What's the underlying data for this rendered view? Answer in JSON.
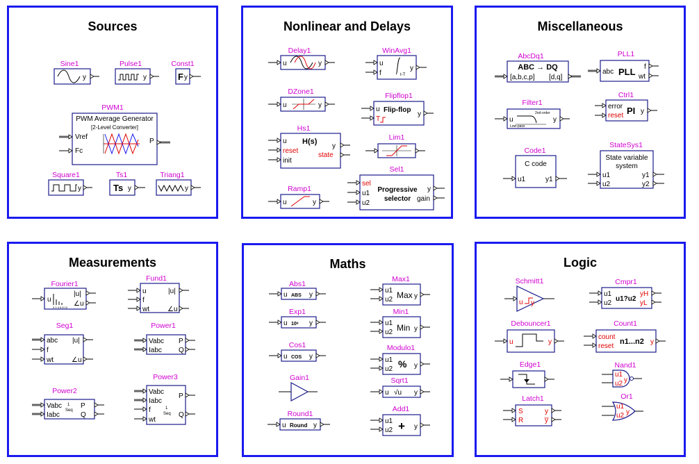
{
  "panels": {
    "sources": {
      "title": "Sources",
      "blocks": {
        "sine": {
          "name": "Sine1",
          "out": "y"
        },
        "pulse": {
          "name": "Pulse1",
          "out": "y"
        },
        "const": {
          "name": "Const1",
          "symbol": "F",
          "out": "y"
        },
        "pwm": {
          "name": "PWM1",
          "line1": "PWM Average Generator",
          "line2": "[2-Level Converter]",
          "in1": "Vref",
          "in2": "Fc",
          "out": "P"
        },
        "square": {
          "name": "Square1",
          "out": "y"
        },
        "ts": {
          "name": "Ts1",
          "symbol": "Ts",
          "out": "y"
        },
        "triang": {
          "name": "Triang1",
          "out": "y"
        }
      }
    },
    "nonlinear": {
      "title": "Nonlinear and Delays",
      "blocks": {
        "delay": {
          "name": "Delay1",
          "in": "u",
          "out": "y"
        },
        "winavg": {
          "name": "WinAvg1",
          "in1": "u",
          "in2": "f",
          "out": "y",
          "label": "t-T"
        },
        "dzone": {
          "name": "DZone1",
          "in": "u",
          "out": "y"
        },
        "flipflop": {
          "name": "Flipflop1",
          "in1": "u",
          "in2": "T",
          "center": "Flip-flop",
          "out": "y"
        },
        "hs": {
          "name": "Hs1",
          "in1": "u",
          "in2": "reset",
          "in3": "init",
          "center": "H(s)",
          "out1": "y",
          "out2": "state"
        },
        "lim": {
          "name": "Lim1"
        },
        "ramp": {
          "name": "Ramp1",
          "in": "u",
          "out": "y"
        },
        "sel": {
          "name": "Sel1",
          "in1": "sel",
          "in2": "u1",
          "in3": "u2",
          "line1": "Progressive",
          "line2": "selector",
          "out1": "y",
          "out2": "gain"
        }
      }
    },
    "misc": {
      "title": "Miscellaneous",
      "blocks": {
        "abcdq": {
          "name": "AbcDq1",
          "line1": "ABC → DQ",
          "in": "[a,b,c,p]",
          "out": "[d,q]"
        },
        "pll": {
          "name": "PLL1",
          "in": "abc",
          "center": "PLL",
          "out1": "f",
          "out2": "wt"
        },
        "filter": {
          "name": "Filter1",
          "in": "u",
          "out": "y",
          "sub1": "2nd-order",
          "sub2": "Low-pass"
        },
        "ctrl": {
          "name": "Ctrl1",
          "in1": "error",
          "in2": "reset",
          "center": "PI",
          "out": "y"
        },
        "code": {
          "name": "Code1",
          "center": "C code",
          "in": "u1",
          "out": "y1"
        },
        "statesys": {
          "name": "StateSys1",
          "line1": "State variable",
          "line2": "system",
          "in1": "u1",
          "in2": "u2",
          "out1": "y1",
          "out2": "y2"
        }
      }
    },
    "measurements": {
      "title": "Measurements",
      "blocks": {
        "fourier": {
          "name": "Fourier1",
          "in": "u",
          "out1": "|u|",
          "out2": "∠u",
          "axis": "0 2 4 6 8 10"
        },
        "fund": {
          "name": "Fund1",
          "in1": "u",
          "in2": "f",
          "in3": "wt",
          "out1": "|u|",
          "out2": "∠u"
        },
        "seg": {
          "name": "Seg1",
          "in1": "abc",
          "in2": "f",
          "in3": "wt",
          "out1": "|u|",
          "out2": "∠u"
        },
        "power1": {
          "name": "Power1",
          "in1": "Vabc",
          "in2": "Iabc",
          "out1": "P",
          "out2": "Q"
        },
        "power2": {
          "name": "Power2",
          "in1": "Vabc",
          "in2": "Iabc",
          "mid1": "1",
          "mid2": "Seq",
          "out1": "P",
          "out2": "Q"
        },
        "power3": {
          "name": "Power3",
          "in1": "Vabc",
          "in2": "Iabc",
          "in3": "f",
          "in4": "wt",
          "mid1": "1",
          "mid2": "Seq",
          "out1": "P",
          "out2": "Q"
        }
      }
    },
    "maths": {
      "title": "Maths",
      "blocks": {
        "abs": {
          "name": "Abs1",
          "in": "u",
          "fn": "ABS",
          "out": "y"
        },
        "max": {
          "name": "Max1",
          "in1": "u1",
          "in2": "u2",
          "center": "Max",
          "out": "y"
        },
        "exp": {
          "name": "Exp1",
          "in": "u",
          "fn": "10ᵘ",
          "out": "y"
        },
        "min": {
          "name": "Min1",
          "in1": "u1",
          "in2": "u2",
          "center": "Min",
          "out": "y"
        },
        "cos": {
          "name": "Cos1",
          "in": "u",
          "fn": "COS",
          "out": "y"
        },
        "modulo": {
          "name": "Modulo1",
          "in1": "u1",
          "in2": "u2",
          "center": "%",
          "out": "y"
        },
        "gain": {
          "name": "Gain1"
        },
        "sqrt": {
          "name": "Sqrt1",
          "in": "u",
          "fn": "√u",
          "out": "y"
        },
        "round": {
          "name": "Round1",
          "in": "u",
          "fn": "Round",
          "out": "y"
        },
        "add": {
          "name": "Add1",
          "in1": "u1",
          "in2": "u2",
          "center": "+",
          "out": "y"
        }
      }
    },
    "logic": {
      "title": "Logic",
      "blocks": {
        "schmitt": {
          "name": "Schmitt1",
          "in": "u",
          "out": "y"
        },
        "cmpr": {
          "name": "Cmpr1",
          "in1": "u1",
          "in2": "u2",
          "center": "u1?u2",
          "out1": "yH",
          "out2": "yL"
        },
        "debouncer": {
          "name": "Debouncer1",
          "in": "u",
          "out": "y"
        },
        "count": {
          "name": "Count1",
          "in1": "count",
          "in2": "reset",
          "center": "n1...n2",
          "out": "y"
        },
        "edge": {
          "name": "Edge1"
        },
        "nand": {
          "name": "Nand1",
          "in1": "u1",
          "in2": "u2",
          "out": "y"
        },
        "latch": {
          "name": "Latch1",
          "in1": "S",
          "in2": "R",
          "out1": "y",
          "out2": "y̅"
        },
        "or": {
          "name": "Or1",
          "in1": "u1",
          "in2": "u2",
          "out": "y"
        }
      }
    }
  },
  "colors": {
    "panel_border": "#1a1af0",
    "block_name": "#d000d0",
    "signal_red": "#e00000",
    "block_border": "#1a1a8c"
  }
}
